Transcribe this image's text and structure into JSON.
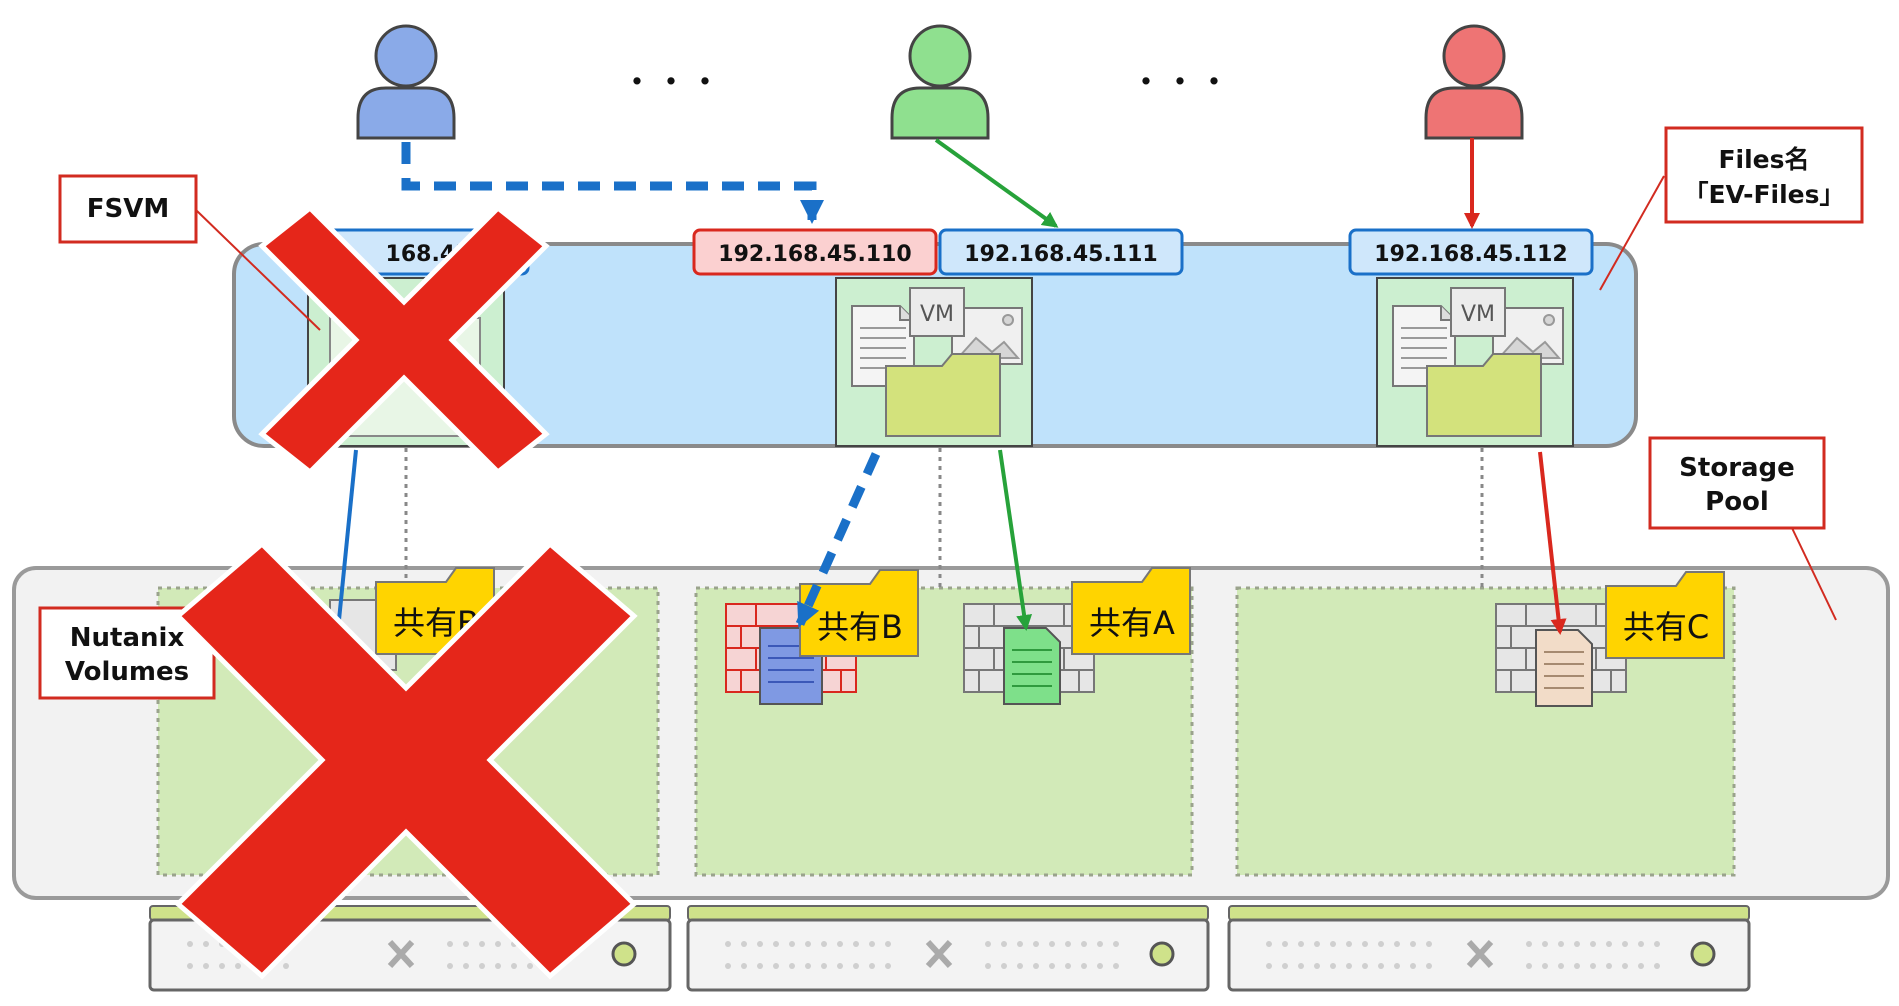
{
  "colors": {
    "blue_user": "#8aaae8",
    "green_user": "#8fe08f",
    "red_user": "#ee7474",
    "blue_line": "#1a70c8",
    "green_line": "#27a23a",
    "red_line": "#d9281e",
    "fsvm_band": "#bfe2fb",
    "vm_box": "#ccefd0",
    "storage_pool": "#f2f2f2",
    "volume_area": "#d2eab8",
    "share_tag": "#ffd400",
    "label_border": "#d22b20",
    "failure_x": "#e5261a",
    "ip_blue": "#cfe7fb",
    "ip_red": "#fbd0d0"
  },
  "dots": [
    "・・・",
    "・・・"
  ],
  "ip_labels": {
    "failed": "168.45",
    "ip110": "192.168.45.110",
    "ip111": "192.168.45.111",
    "ip112": "192.168.45.112"
  },
  "vm_badge": "VM",
  "callouts": {
    "fsvm": "FSVM",
    "files_name_line1": "Files名",
    "files_name_line2": "「EV-Files」",
    "storage_pool_line1": "Storage",
    "storage_pool_line2": "Pool",
    "nutanix_volumes_line1": "Nutanix",
    "nutanix_volumes_line2": "Volumes"
  },
  "shares": {
    "failed": "共有B",
    "b": "共有B",
    "a": "共有A",
    "c": "共有C"
  }
}
